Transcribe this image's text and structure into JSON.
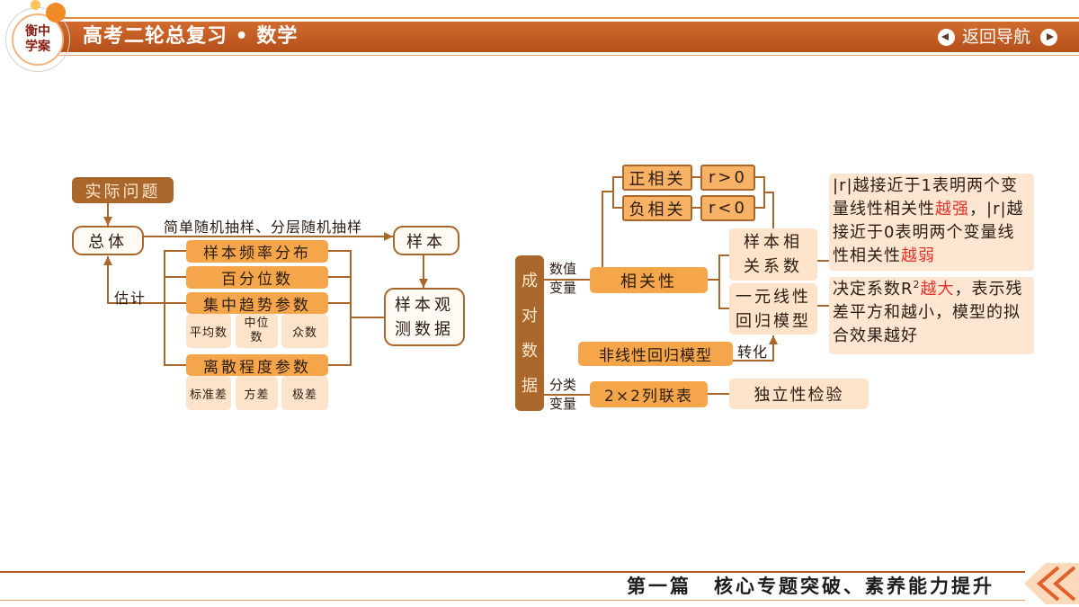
{
  "header": {
    "logo": {
      "line1": "衡中",
      "line2": "学案"
    },
    "title": "高考二轮总复习 • 数学",
    "nav_label": "返回导航",
    "icons": {
      "prev": "arrow-left-icon",
      "next": "arrow-right-icon"
    }
  },
  "left_map": {
    "real_problem": "实际问题",
    "population": "总体",
    "sampling_methods": "简单随机抽样、分层随机抽样",
    "sample": "样本",
    "sample_observation_data": "样本观测数据",
    "estimate": "估计",
    "sample_frequency_distribution": "样本频率分布",
    "percentile": "百分位数",
    "central_tendency": {
      "label": "集中趋势参数",
      "items": [
        "平均数",
        "中位数",
        "众数"
      ]
    },
    "dispersion": {
      "label": "离散程度参数",
      "items": [
        "标准差",
        "方差",
        "极差"
      ]
    }
  },
  "right_map": {
    "paired_data": "成对数据",
    "numeric_variables": "数值变量",
    "categorical_variables": "分类变量",
    "correlation": "相关性",
    "positive_correlation": {
      "label": "正相关",
      "condition": "r>0"
    },
    "negative_correlation": {
      "label": "负相关",
      "condition": "r<0"
    },
    "sample_correlation_coefficient": "样本相关系数",
    "linear_regression_model": "一元线性回归模型",
    "nonlinear_regression_model": "非线性回归模型",
    "transform": "转化",
    "contingency_table": "2×2列联表",
    "independence_test": "独立性检验",
    "r_note": [
      "|r|越接近于1表明两个变量线性相关性",
      "越强",
      "，|r|越接近于0表明两个变量线性相关性",
      "越弱"
    ],
    "r2_note": [
      "决定系数R",
      "2",
      "越大",
      "，表示残差平方和越小，模型的拟合效果越好"
    ]
  },
  "footer": {
    "part": "第一篇",
    "title": "核心专题突破、素养能力提升"
  },
  "colors": {
    "header_bar": "#c2561f",
    "node_brown": "#a9672b",
    "node_orange": "#f5a54a",
    "node_peach": "#fde3c9",
    "note_background": "#fde6d1",
    "highlight_red": "#e5322b"
  }
}
